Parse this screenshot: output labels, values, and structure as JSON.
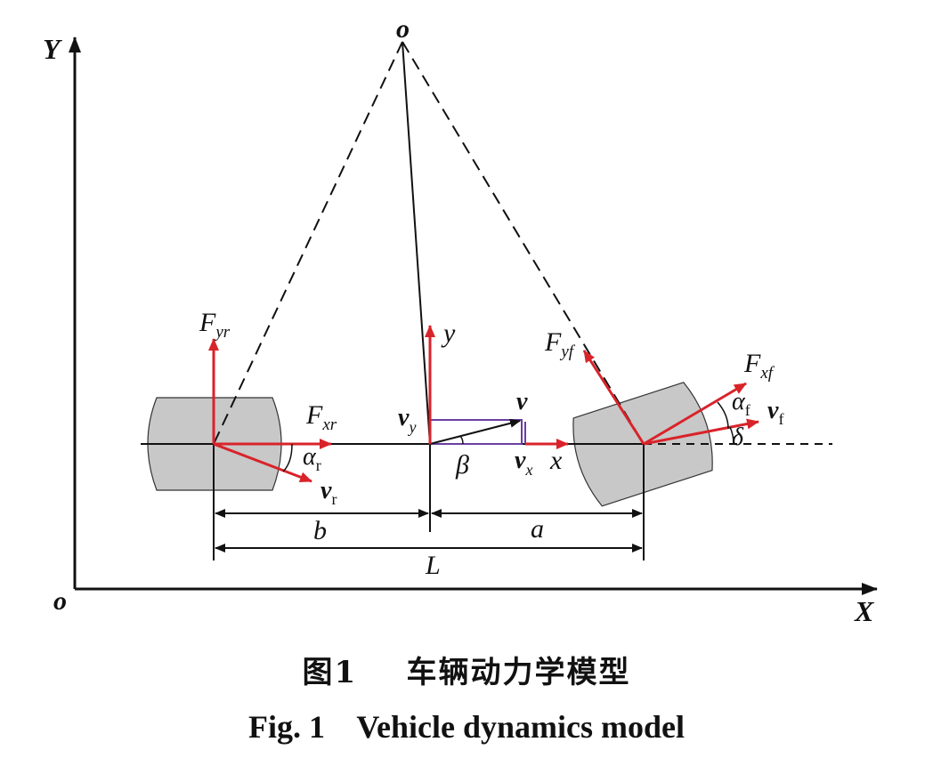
{
  "diagram": {
    "title": "Vehicle dynamics model",
    "labels": {
      "origin_top": "o",
      "origin_bottom": "o",
      "axis_y": "Y",
      "axis_x": "X",
      "F": "F",
      "Fyr_sub": "yr",
      "Fxr_sub": "xr",
      "Fyf_sub": "yf",
      "Fxf_sub": "xf",
      "alpha": "α",
      "alpha_r_sub": "r",
      "alpha_f_sub": "f",
      "v": "v",
      "vr_sub": "r",
      "vf_sub": "f",
      "vy_sub": "y",
      "vx_sub": "x",
      "y_local": "y",
      "x_local": "x",
      "beta": "β",
      "delta": "δ",
      "dim_a": "a",
      "dim_b": "b",
      "dim_L": "L"
    },
    "colors": {
      "force_arrow": "#d9232a",
      "velocity_box": "#6a3fa0",
      "wheel_fill": "#c8c8c8",
      "line": "#111111"
    }
  },
  "caption": {
    "cn_number": "图1",
    "cn_title": "车辆动力学模型",
    "en_number": "Fig. 1",
    "en_title": "Vehicle dynamics model"
  }
}
